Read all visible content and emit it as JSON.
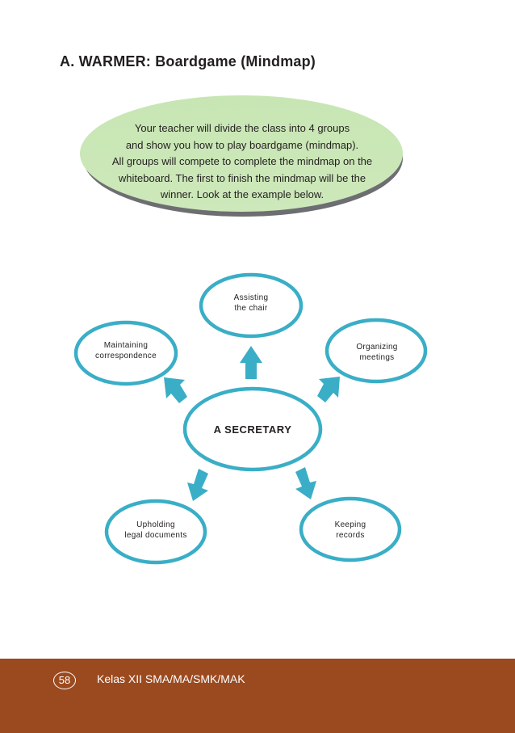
{
  "heading": "A. WARMER: Boardgame (Mindmap)",
  "intro": {
    "lines": [
      "Your teacher will divide the class into 4 groups",
      "and show you how to play boardgame (mindmap).",
      "All groups will compete to complete the mindmap on the",
      "whiteboard. The first to finish the mindmap will be the",
      "winner. Look at the example below."
    ],
    "color": "#c8e6b4"
  },
  "mindmap": {
    "center": "A SECRETARY",
    "nodes": [
      {
        "id": "assisting",
        "lines": [
          "Assisting",
          "the chair"
        ]
      },
      {
        "id": "maintaining",
        "lines": [
          "Maintaining",
          "correspondence"
        ]
      },
      {
        "id": "organizing",
        "lines": [
          "Organizing",
          "meetings"
        ]
      },
      {
        "id": "upholding",
        "lines": [
          "Upholding",
          "legal documents"
        ]
      },
      {
        "id": "keeping",
        "lines": [
          "Keeping",
          "records"
        ]
      }
    ],
    "outline_color": "#3aaec6",
    "arrow_color": "#3aaec6"
  },
  "footer": {
    "page_number": "58",
    "title": "Kelas XII SMA/MA/SMK/MAK",
    "color": "#9b4a1f"
  }
}
